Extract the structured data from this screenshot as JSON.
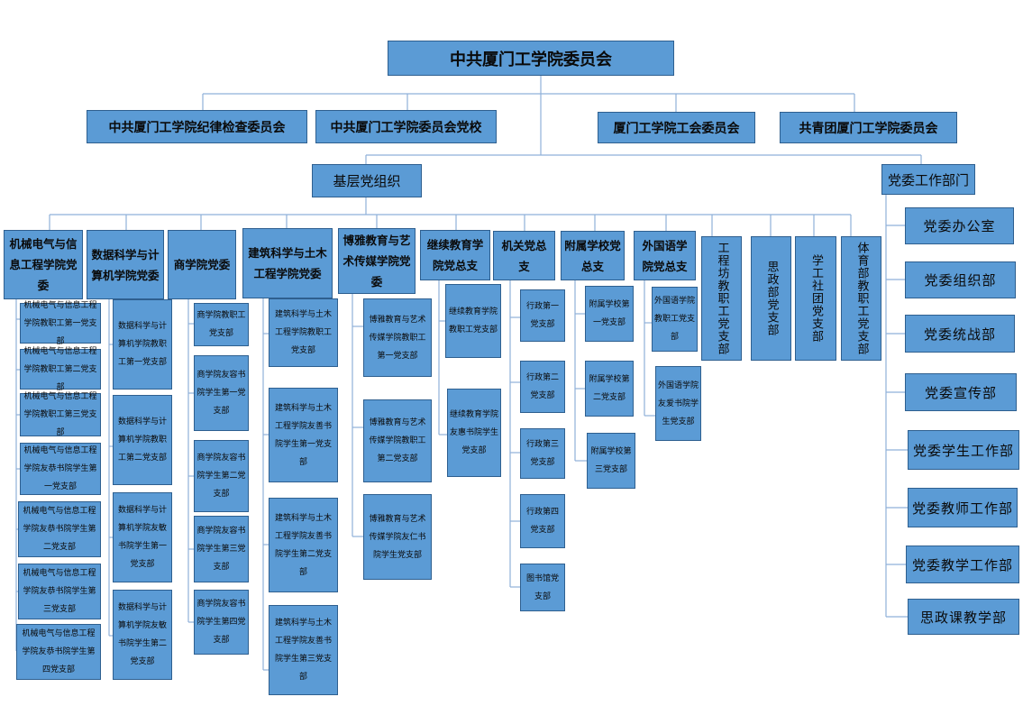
{
  "root": "中共厦门工学院委员会",
  "level1": [
    "中共厦门工学院纪律检查委员会",
    "中共厦门工学院委员会党校",
    "厦门工学院工会委员会",
    "共青团厦门工学院委员会"
  ],
  "grassroots": {
    "label": "基层党组织",
    "colleges": [
      {
        "name": "机械电气与信息工程学院党委",
        "branches": [
          "机械电气与信息工程学院教职工第一党支部",
          "机械电气与信息工程学院教职工第二党支部",
          "机械电气与信息工程学院教职工第三党支部",
          "机械电气与信息工程学院友恭书院学生第一党支部",
          "机械电气与信息工程学院友恭书院学生第二党支部",
          "机械电气与信息工程学院友恭书院学生第三党支部",
          "机械电气与信息工程学院友恭书院学生第四党支部"
        ]
      },
      {
        "name": "数据科学与计算机学院党委",
        "branches": [
          "数据科学与计算机学院教职工第一党支部",
          "数据科学与计算机学院教职工第二党支部",
          "数据科学与计算机学院友敏书院学生第一党支部",
          "数据科学与计算机学院友敏书院学生第二党支部"
        ]
      },
      {
        "name": "商学院党委",
        "branches": [
          "商学院教职工党支部",
          "商学院友容书院学生第一党支部",
          "商学院友容书院学生第二党支部",
          "商学院友容书院学生第三党支部",
          "商学院友容书院学生第四党支部"
        ]
      },
      {
        "name": "建筑科学与土木工程学院党委",
        "branches": [
          "建筑科学与土木工程学院教职工党支部",
          "建筑科学与土木工程学院友善书院学生第一党支部",
          "建筑科学与土木工程学院友善书院学生第二党支部",
          "建筑科学与土木工程学院友善书院学生第三党支部"
        ]
      },
      {
        "name": "博雅教育与艺术传媒学院党委",
        "branches": [
          "博雅教育与艺术传媒学院教职工第一党支部",
          "博雅教育与艺术传媒学院教职工第二党支部",
          "博雅教育与艺术传媒学院友仁书院学生党支部"
        ]
      },
      {
        "name": "继续教育学院党总支",
        "branches": [
          "继续教育学院教职工党支部",
          "继续教育学院友惠书院学生党支部"
        ]
      },
      {
        "name": "机关党总支",
        "branches": [
          "行政第一党支部",
          "行政第二党支部",
          "行政第三党支部",
          "行政第四党支部",
          "图书馆党支部"
        ]
      },
      {
        "name": "附属学校党总支",
        "branches": [
          "附属学校第一党支部",
          "附属学校第二党支部",
          "附属学校第三党支部"
        ]
      },
      {
        "name": "外国语学院党总支",
        "branches": [
          "外国语学院教职工党支部",
          "外国语学院友爱书院学生党支部"
        ]
      }
    ],
    "standalone": [
      "工程坊教职工党支部",
      "思政部党支部",
      "学工社团党支部",
      "体育部教职工党支部"
    ]
  },
  "work_depts": {
    "label": "党委工作部门",
    "items": [
      "党委办公室",
      "党委组织部",
      "党委统战部",
      "党委宣传部",
      "党委学生工作部",
      "党委教师工作部",
      "党委教学工作部",
      "思政课教学部"
    ]
  }
}
